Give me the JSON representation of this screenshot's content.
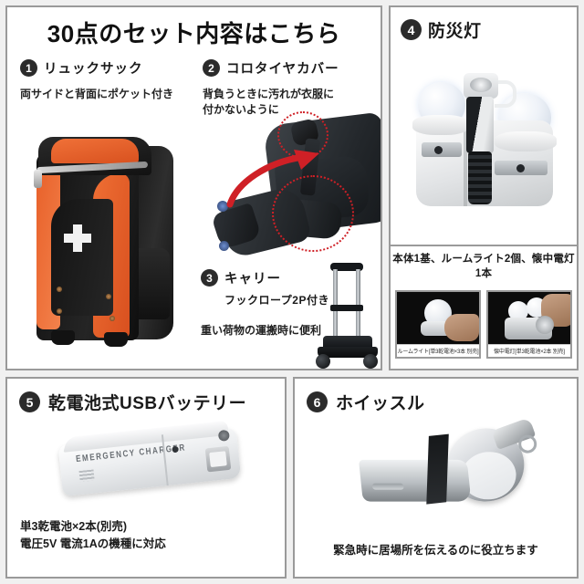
{
  "title": "30点のセット内容はこちら",
  "items": [
    {
      "number": "1",
      "name": "リュックサック",
      "desc": "両サイドと背面にポケット付き"
    },
    {
      "number": "2",
      "name": "コロタイヤカバー",
      "desc_line1": "背負うときに汚れが衣服に",
      "desc_line2": "付かないように"
    },
    {
      "number": "3",
      "name": "キャリー",
      "sub": "フックロープ2P付き",
      "desc": "重い荷物の運搬時に便利"
    },
    {
      "number": "4",
      "name": "防災灯",
      "caption": "本体1基、ルームライト2個、懐中電灯1本",
      "subpanels": [
        {
          "caption": "ルームライト[単3乾電池×3本 別売]"
        },
        {
          "caption": "懐中電灯[単3乾電池×2本 別売]"
        }
      ]
    },
    {
      "number": "5",
      "name": "乾電池式USBバッテリー",
      "device_label": "EMERGENCY CHARGER",
      "caption_line1": "単3乾電池×2本(別売)",
      "caption_line2": "電圧5V 電流1Aの機種に対応"
    },
    {
      "number": "6",
      "name": "ホイッスル",
      "caption": "緊急時に居場所を伝えるのに役立ちます"
    }
  ],
  "colors": {
    "page_background": "#f0f0f0",
    "panel_border": "#9a9a9a",
    "badge": "#2b2b2b",
    "accent_orange": "#e8612a",
    "annotation_red": "#cf2026",
    "text": "#1a1a1a"
  }
}
